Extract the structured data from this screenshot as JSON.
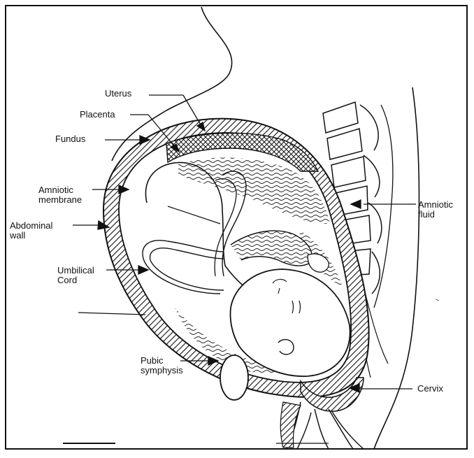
{
  "labels": {
    "uterus": "Uterus",
    "placenta": "Placenta",
    "fundus": "Fundus",
    "amniotic_membrane": "Amniotic\nmembrane",
    "abdominal_wall": "Abdominal\nwall",
    "umbilical_cord": "Umbilical\nCord",
    "pubic_symphysis": "Pubic\nsymphysis",
    "amniotic_fluid": "Amniotic\nfluid",
    "cervix": "Cervix"
  },
  "colors": {
    "ink": "#111111",
    "paper": "#ffffff"
  }
}
